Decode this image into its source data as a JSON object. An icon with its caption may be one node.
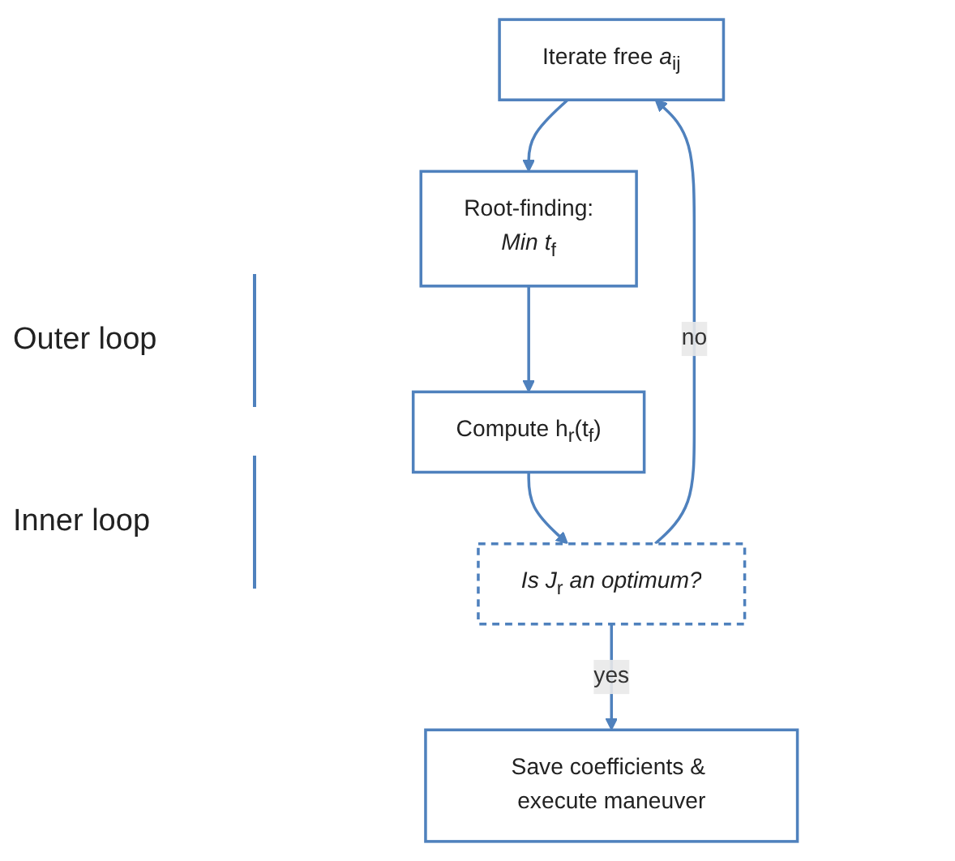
{
  "diagram": {
    "nodes": [
      {
        "text": [
          "Iterate free *a*$_{ij}$"
        ]
      },
      {
        "text": [
          "Root-finding:",
          "*Min t*$_{f}$"
        ]
      },
      {
        "text": [
          "Compute h$_{r}$(t$_{f}$)"
        ]
      },
      {
        "text": [
          "*Is J*$_{r}$ *an optimum?*"
        ]
      },
      {
        "text": [
          "Save coefficients & execute maneuver"
        ]
      }
    ],
    "edges": [
      {
        "from": 0,
        "to": 1,
        "arrow": "to"
      },
      {
        "from": 1,
        "to": 2,
        "arrow": "to"
      },
      {
        "from": 2,
        "to": 3,
        "arrow": "to"
      },
      {
        "from": 3,
        "to": 4,
        "arrow": "to",
        "label": "yes"
      },
      {
        "from": 3,
        "to": 0,
        "arrow": "to",
        "label": "no"
      }
    ],
    "labels": [
      "Outer loop",
      "Inner loop"
    ]
  }
}
